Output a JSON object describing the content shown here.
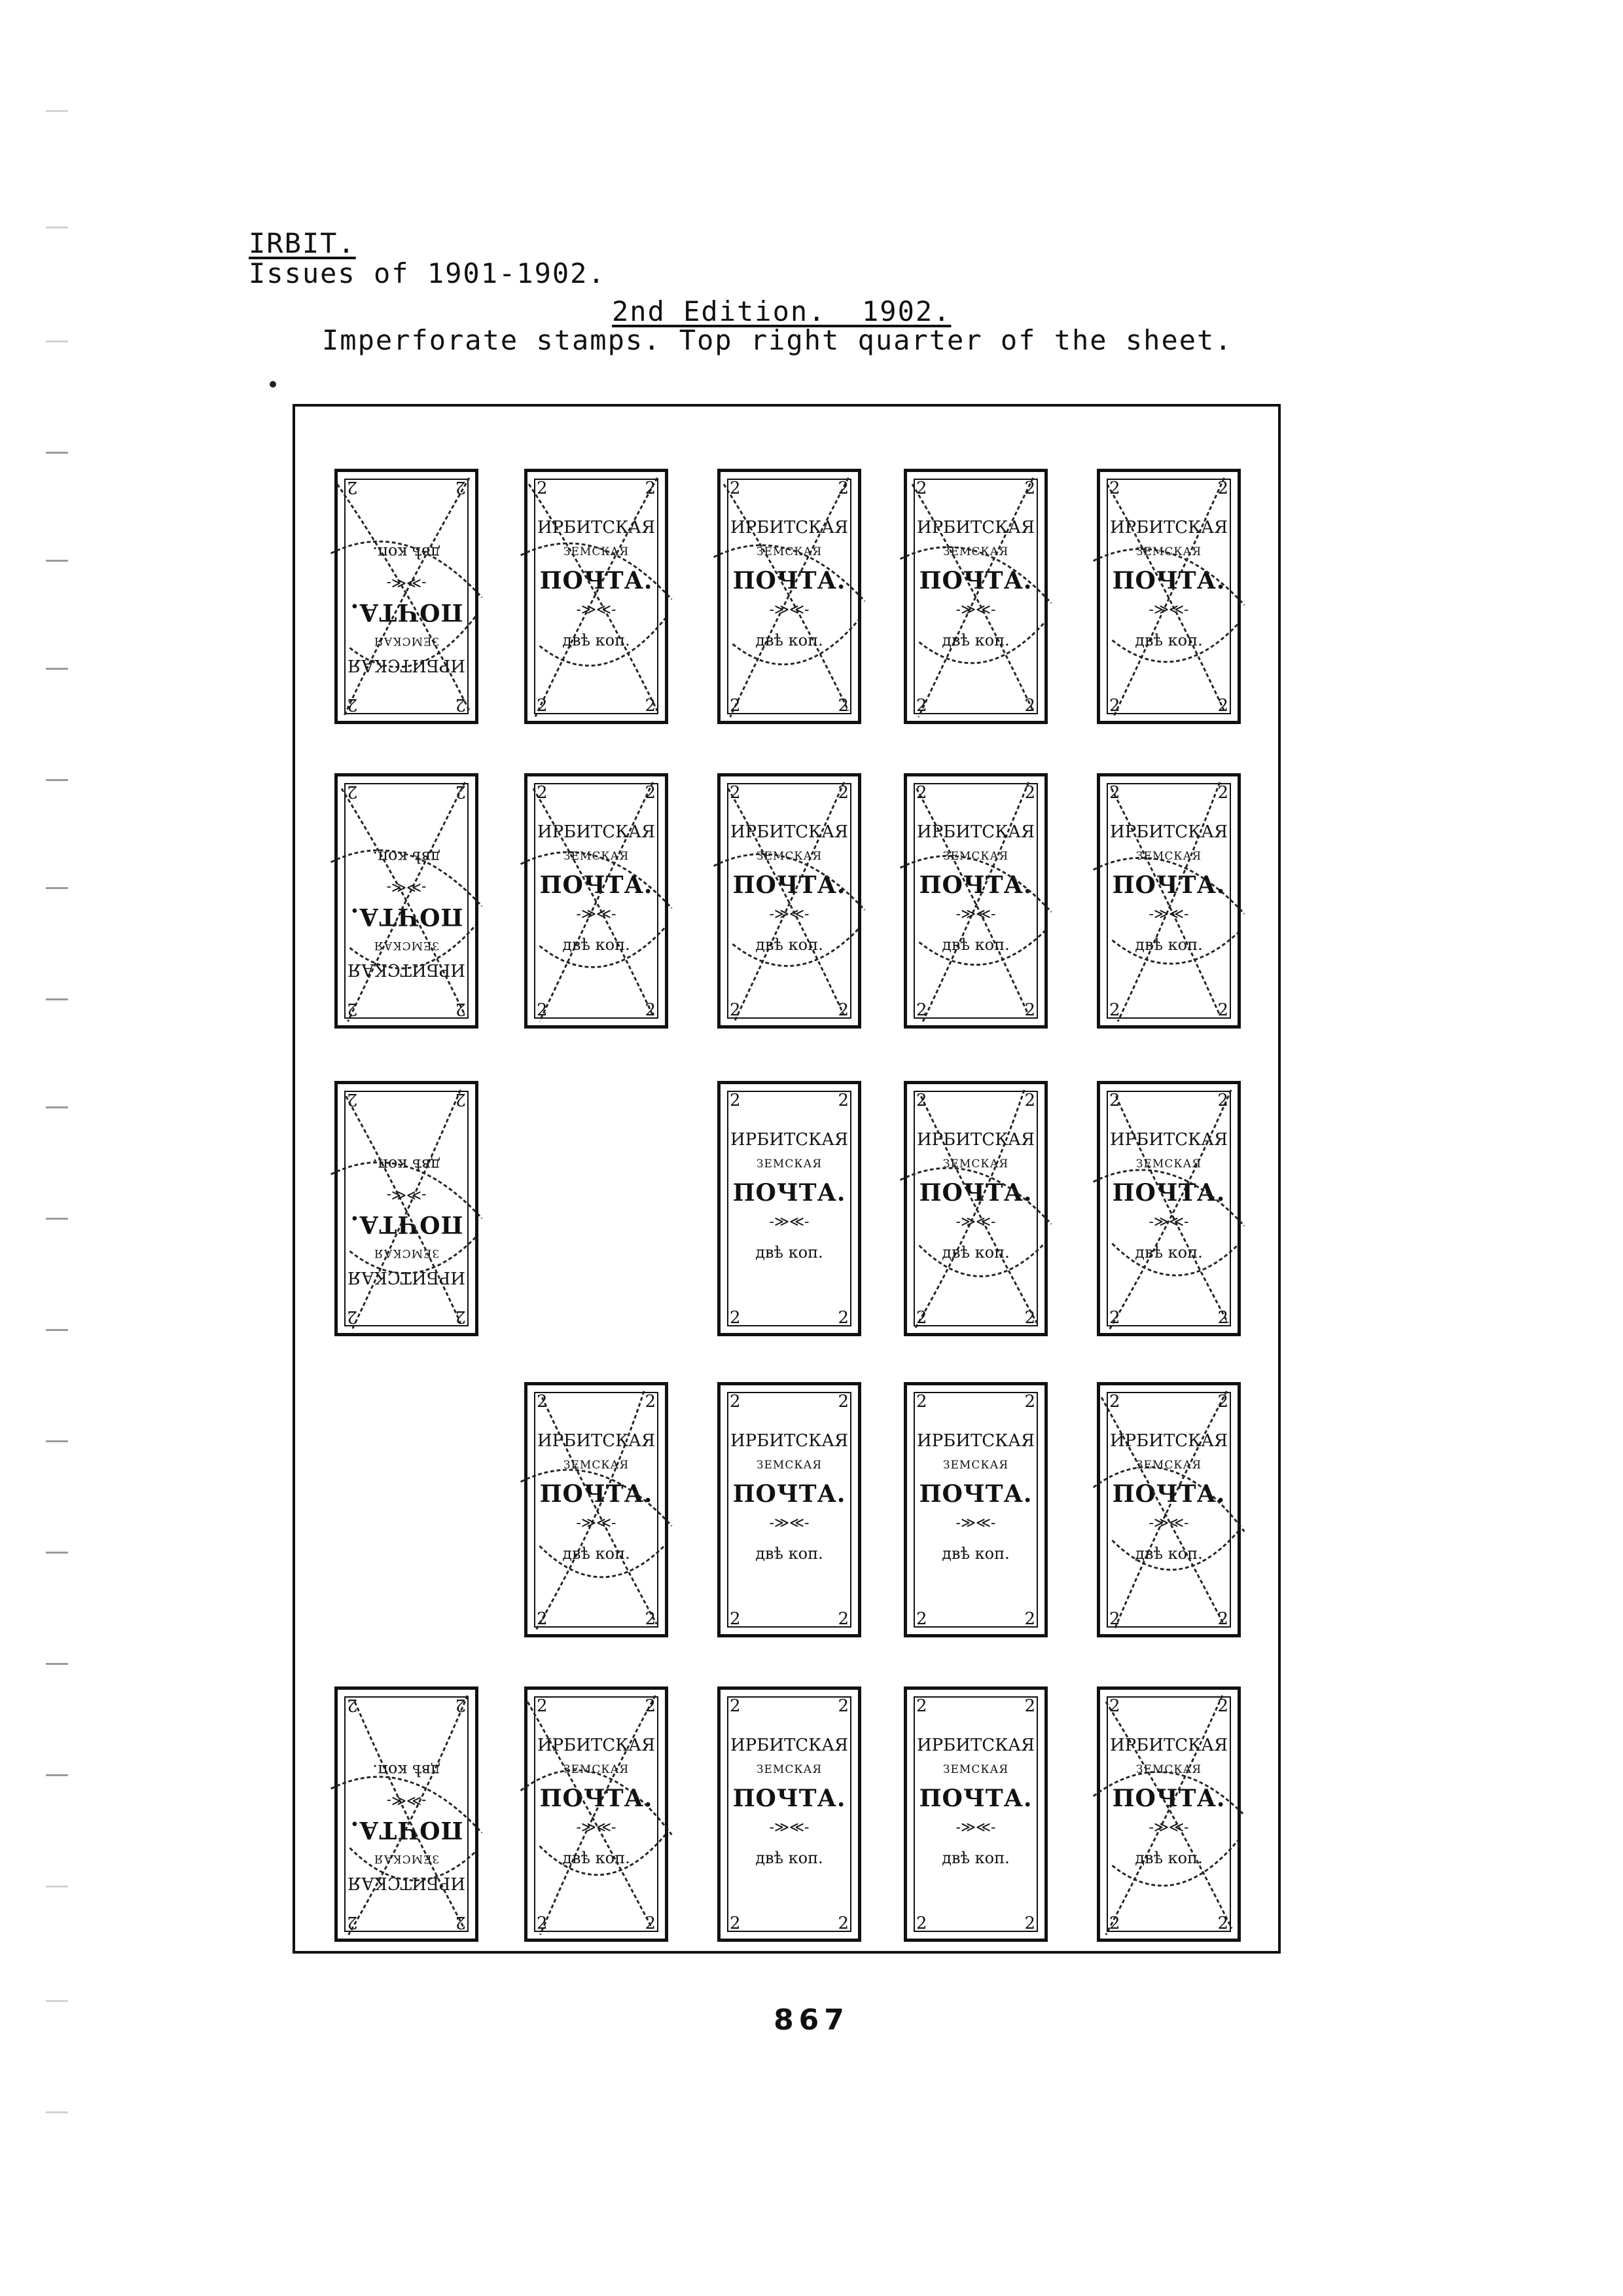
{
  "heading": {
    "title": "IRBIT.",
    "issues": "Issues of 1901-1902.",
    "edition": "2nd Edition.  1902.",
    "description": "Imperforate stamps. Top right quarter of the sheet."
  },
  "stamp_text": {
    "line1": "ИРБИТСКАЯ",
    "line2": "ЗЕМСКАЯ",
    "line3": "ПОЧТА.",
    "ornament": "-≫≪-",
    "line4": "двѣ коп.",
    "corner": "2"
  },
  "sheet": {
    "rows": [
      [
        {
          "present": true,
          "inverted": true,
          "cancelled": true
        },
        {
          "present": true,
          "inverted": false,
          "cancelled": true
        },
        {
          "present": true,
          "inverted": false,
          "cancelled": true
        },
        {
          "present": true,
          "inverted": false,
          "cancelled": true
        },
        {
          "present": true,
          "inverted": false,
          "cancelled": true
        }
      ],
      [
        {
          "present": true,
          "inverted": true,
          "cancelled": true
        },
        {
          "present": true,
          "inverted": false,
          "cancelled": true
        },
        {
          "present": true,
          "inverted": false,
          "cancelled": true
        },
        {
          "present": true,
          "inverted": false,
          "cancelled": true
        },
        {
          "present": true,
          "inverted": false,
          "cancelled": true
        }
      ],
      [
        {
          "present": true,
          "inverted": true,
          "cancelled": true
        },
        {
          "present": false
        },
        {
          "present": true,
          "inverted": false,
          "cancelled": false
        },
        {
          "present": true,
          "inverted": false,
          "cancelled": true
        },
        {
          "present": true,
          "inverted": false,
          "cancelled": true
        }
      ],
      [
        {
          "present": false
        },
        {
          "present": true,
          "inverted": false,
          "cancelled": true
        },
        {
          "present": true,
          "inverted": false,
          "cancelled": false
        },
        {
          "present": true,
          "inverted": false,
          "cancelled": false
        },
        {
          "present": true,
          "inverted": false,
          "cancelled": true
        }
      ],
      [
        {
          "present": true,
          "inverted": true,
          "cancelled": true
        },
        {
          "present": true,
          "inverted": false,
          "cancelled": true
        },
        {
          "present": true,
          "inverted": false,
          "cancelled": false
        },
        {
          "present": true,
          "inverted": false,
          "cancelled": false
        },
        {
          "present": true,
          "inverted": false,
          "cancelled": true
        }
      ]
    ]
  },
  "page_number": "867"
}
